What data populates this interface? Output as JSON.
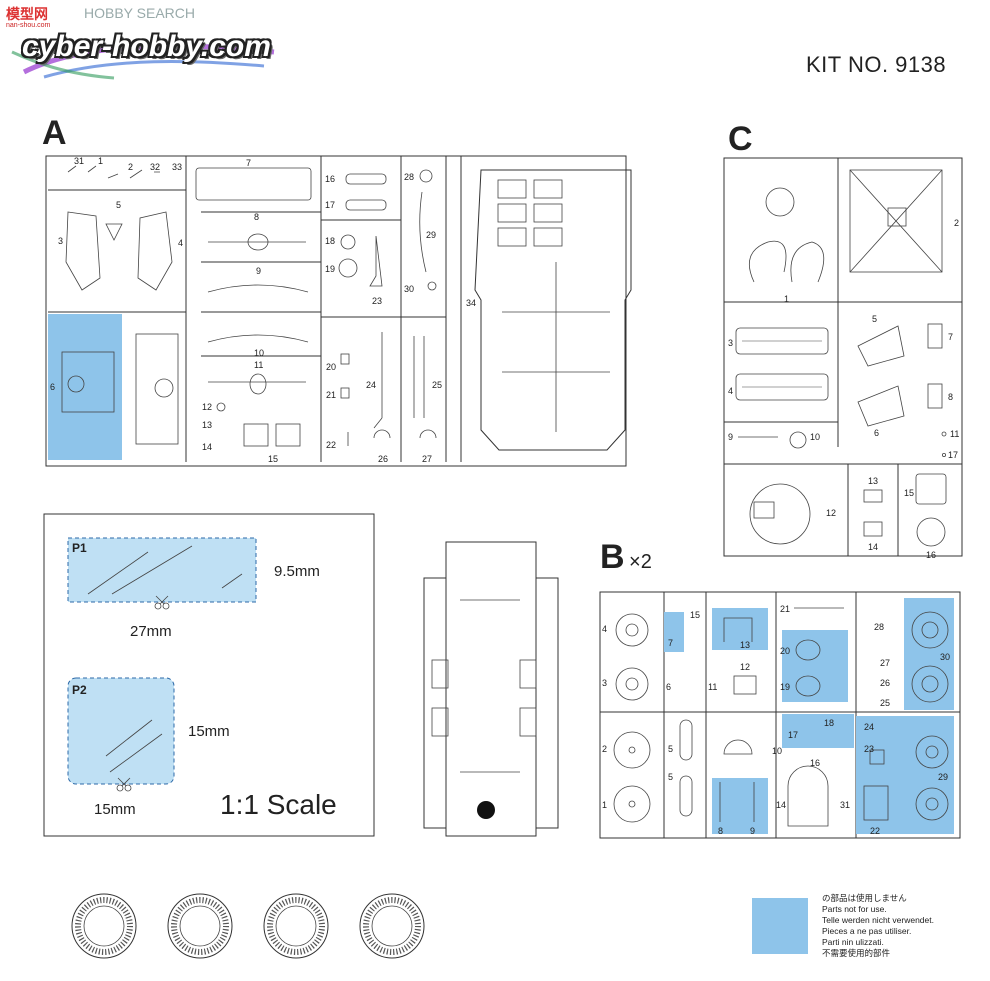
{
  "watermark": {
    "site_label": "HOBBY SEARCH",
    "brand": "cyber-hobby.com",
    "cn_brand": "模型网",
    "sub_url": "nan-shou.com"
  },
  "kit_number": "KIT NO. 9138",
  "sprue_a": {
    "letter": "A",
    "labels": {
      "p1": "1",
      "p2": "2",
      "p3": "3",
      "p4": "4",
      "p5": "5",
      "p6": "6",
      "p7": "7",
      "p8": "8",
      "p9": "9",
      "p10": "10",
      "p11": "11",
      "p12": "12",
      "p13": "13",
      "p14": "14",
      "p15": "15",
      "p16": "16",
      "p17": "17",
      "p18": "18",
      "p19": "19",
      "p20": "20",
      "p21": "21",
      "p22": "22",
      "p23": "23",
      "p24": "24",
      "p25": "25",
      "p26": "26",
      "p27": "27",
      "p28": "28",
      "p29": "29",
      "p30": "30",
      "p31": "31",
      "p32": "32",
      "p33": "33",
      "p34": "34"
    }
  },
  "sprue_c": {
    "letter": "C",
    "labels": {
      "p1": "1",
      "p2": "2",
      "p3": "3",
      "p4": "4",
      "p5": "5",
      "p6": "6",
      "p7": "7",
      "p8": "8",
      "p9": "9",
      "p10": "10",
      "p11": "11",
      "p12": "12",
      "p13": "13",
      "p14": "14",
      "p15": "15",
      "p16": "16",
      "p17": "17"
    }
  },
  "sprue_b": {
    "letter": "B",
    "multiplier": "×2",
    "labels": {
      "p1": "1",
      "p2": "2",
      "p3": "3",
      "p4": "4",
      "p5": "5",
      "p5b": "5",
      "p6": "6",
      "p7": "7",
      "p8": "8",
      "p9": "9",
      "p10": "10",
      "p11": "11",
      "p12": "12",
      "p13": "13",
      "p14": "14",
      "p15": "15",
      "p16": "16",
      "p17": "17",
      "p18": "18",
      "p19": "19",
      "p20": "20",
      "p21": "21",
      "p22": "22",
      "p23": "23",
      "p24": "24",
      "p25": "25",
      "p26": "26",
      "p27": "27",
      "p28": "28",
      "p29": "29",
      "p30": "30",
      "p31": "31"
    }
  },
  "clear_parts": {
    "p1_label": "P1",
    "p1_height": "9.5mm",
    "p1_width": "27mm",
    "p2_label": "P2",
    "p2_height": "15mm",
    "p2_width": "15mm",
    "scale": "1:1 Scale"
  },
  "legend": {
    "color": "#8ec4ea",
    "lines": [
      "の部品は使用しません",
      "Parts not for use.",
      "Telle werden nicht verwendet.",
      "Pieces a ne pas utiliser.",
      "Parti nin ulizzati.",
      "不需要使用的部件"
    ]
  }
}
